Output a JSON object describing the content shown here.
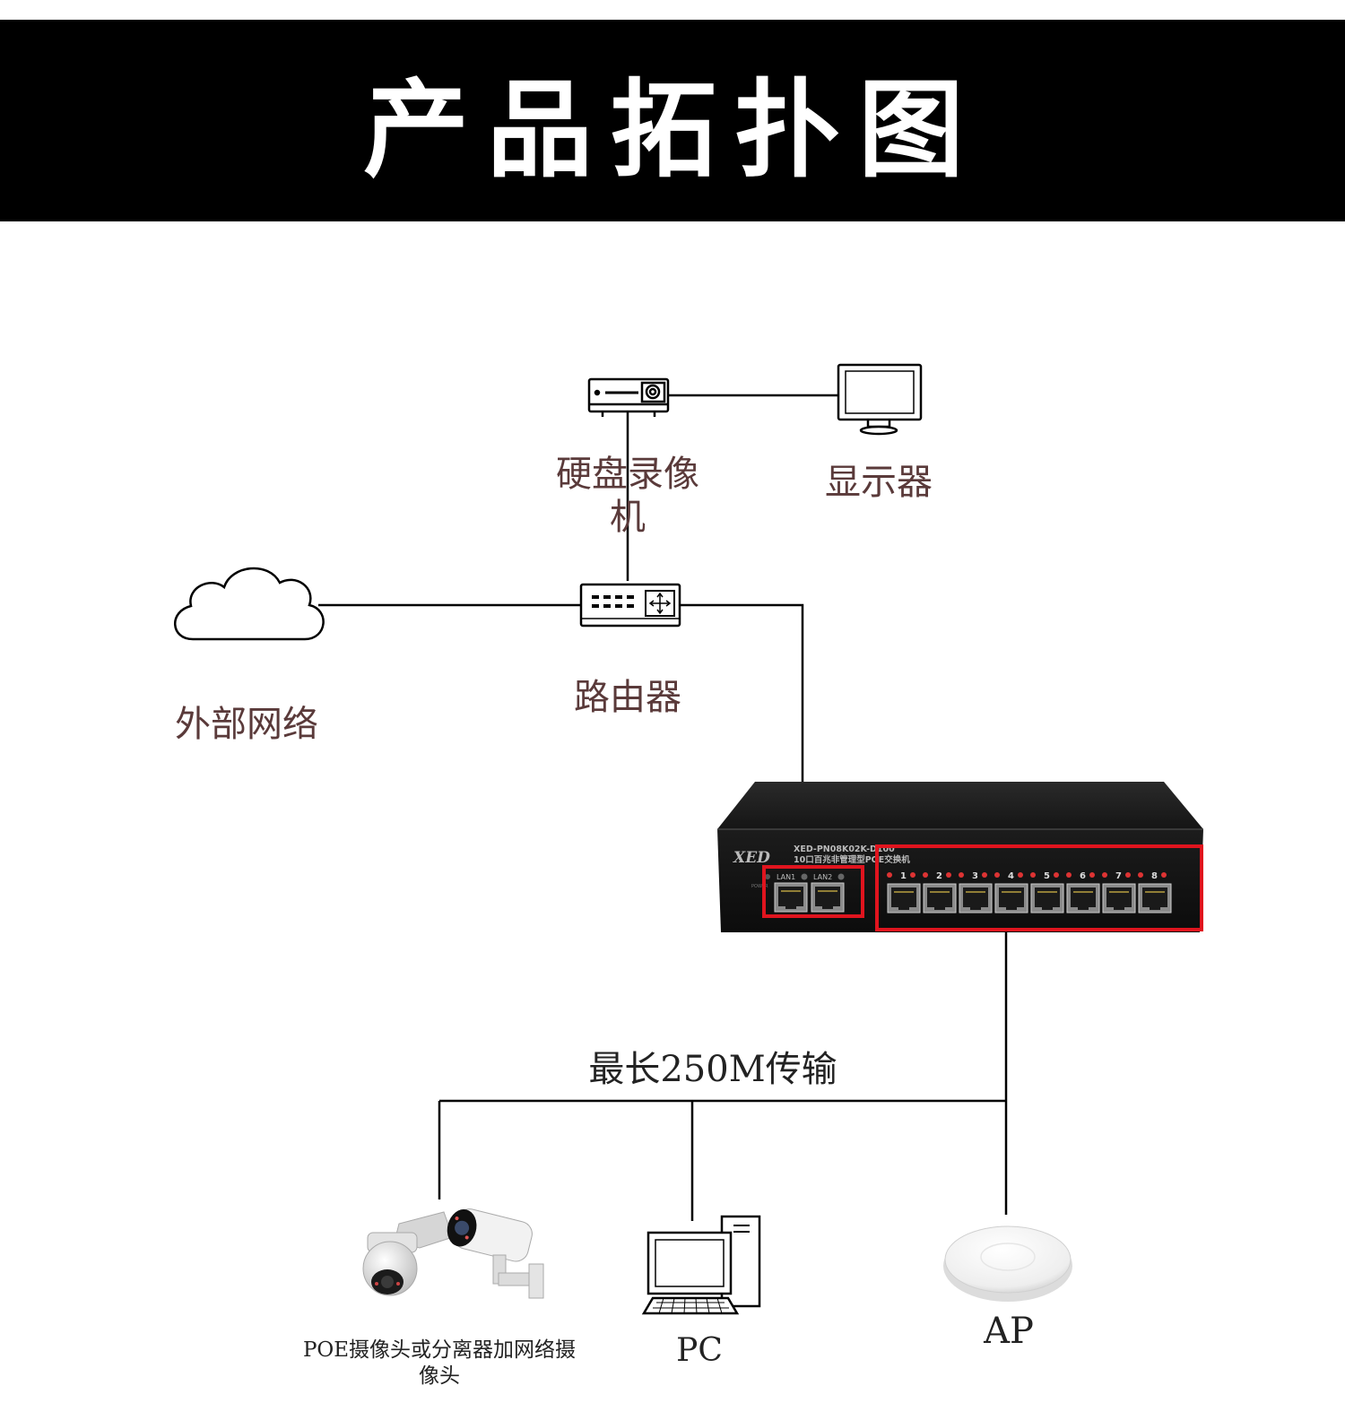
{
  "header": {
    "title": "产品拓扑图"
  },
  "nodes": {
    "dvr": {
      "label_line1": "硬盘录像",
      "label_line2": "机",
      "icon": "dvr-icon"
    },
    "monitor": {
      "label": "显示器",
      "icon": "monitor-icon"
    },
    "internet": {
      "label": "外部网络",
      "icon": "cloud-icon"
    },
    "router": {
      "label": "路由器",
      "icon": "router-icon"
    },
    "switch": {
      "brand": "XED",
      "model": "XED-PN08K02K-D100",
      "subtitle": "10口百兆非管理型POE交换机",
      "uplink_ports": [
        "LAN1",
        "LAN2"
      ],
      "poe_ports": [
        "1",
        "2",
        "3",
        "4",
        "5",
        "6",
        "7",
        "8"
      ],
      "power_label": "POWER",
      "icon": "poe-switch-icon"
    },
    "camera": {
      "label_line1": "POE摄像头或分离器加网络摄",
      "label_line2": "像头",
      "icon": "ip-camera-icon"
    },
    "pc": {
      "label": "PC",
      "icon": "pc-icon"
    },
    "ap": {
      "label": "AP",
      "icon": "access-point-icon"
    }
  },
  "annotations": {
    "distance": "最长250M传输"
  },
  "colors": {
    "highlight": "#e0141e",
    "line": "#000000",
    "label": "#5a3a3a"
  }
}
